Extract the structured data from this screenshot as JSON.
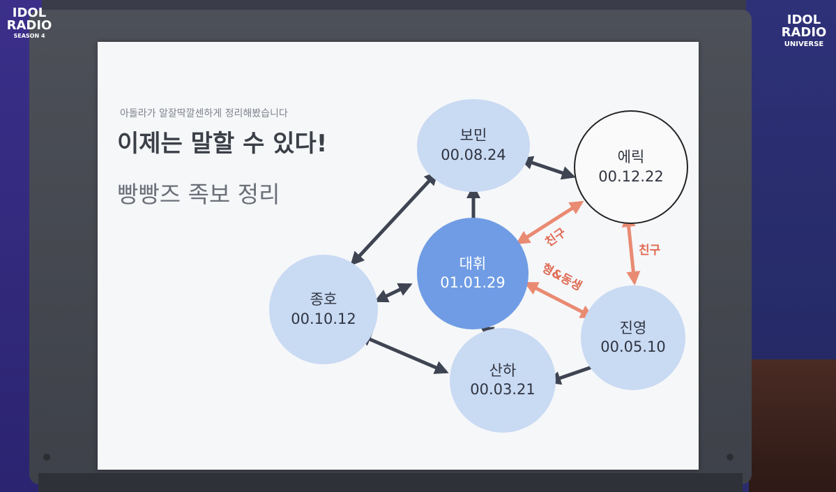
{
  "logos": {
    "left": {
      "line1": "IDOL",
      "line2": "RADIO",
      "line3": "SEASON 4"
    },
    "right": {
      "line1": "IDOL",
      "line2": "RADIO",
      "line3": "UNIVERSE"
    }
  },
  "paper": {
    "subtitle": "아돌라가 알잘딱깔센하게 정리해봤습니다",
    "title": "이제는 말할 수 있다!",
    "title2": "빵빵즈 족보 정리"
  },
  "nodes": {
    "bomin": {
      "name": "보민",
      "date": "00.08.24"
    },
    "eric": {
      "name": "에릭",
      "date": "00.12.22"
    },
    "daehwi": {
      "name": "대휘",
      "date": "01.01.29"
    },
    "jongho": {
      "name": "종호",
      "date": "00.10.12"
    },
    "jinyoung": {
      "name": "진영",
      "date": "00.05.10"
    },
    "sanha": {
      "name": "산하",
      "date": "00.03.21"
    }
  },
  "relations": {
    "friend1": "친구",
    "friend2": "친구",
    "sibling": "형&동생"
  },
  "colors": {
    "dark_arrow": "#3f4452",
    "relation_arrow": "#e98a72",
    "light_node": "#c9daf3",
    "center_node": "#6f9ce4"
  }
}
